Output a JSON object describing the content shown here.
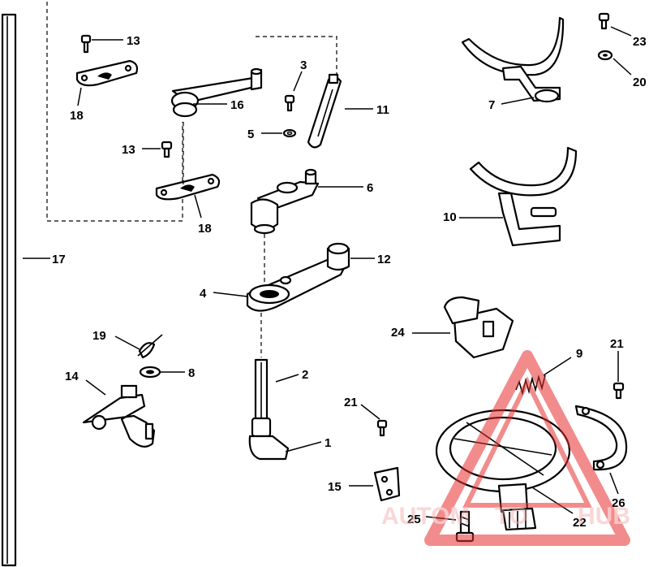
{
  "callouts": {
    "c1": "1",
    "c2": "2",
    "c3": "3",
    "c4": "4",
    "c5": "5",
    "c6": "6",
    "c7": "7",
    "c8": "8",
    "c9": "9",
    "c10": "10",
    "c11": "11",
    "c12": "12",
    "c13a": "13",
    "c13b": "13",
    "c14": "14",
    "c15": "15",
    "c16": "16",
    "c17": "17",
    "c18a": "18",
    "c18b": "18",
    "c19": "19",
    "c20": "20",
    "c21a": "21",
    "c21b": "21",
    "c22": "22",
    "c23": "23",
    "c24": "24",
    "c25": "25",
    "c26": "26"
  },
  "watermark": {
    "text_left": "AUTOM",
    "text_mid": "TO",
    "text_right": "HUB",
    "color": "#e83030"
  }
}
